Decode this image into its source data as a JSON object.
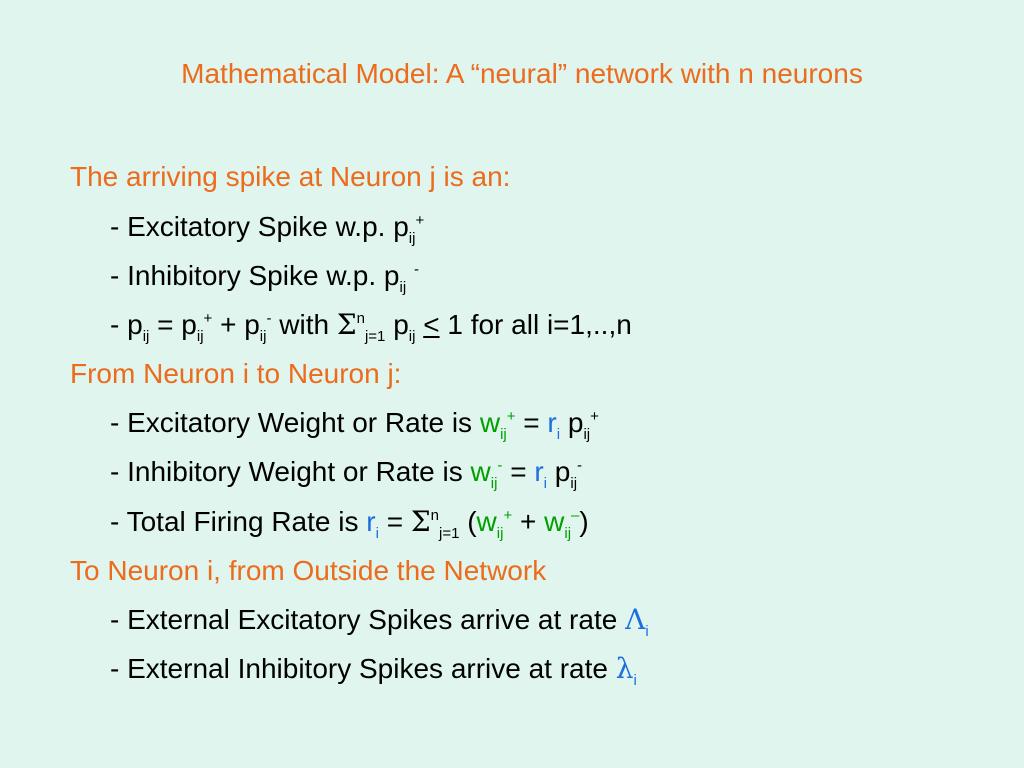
{
  "title": "Mathematical Model: A “neural” network with n neurons",
  "sections": [
    {
      "heading": "The arriving spike at Neuron j is an:"
    },
    {
      "heading": "From Neuron i to Neuron j:"
    },
    {
      "heading": "To Neuron i, from Outside the Network"
    }
  ],
  "lines": {
    "exc_spike": "- Excitatory Spike w.p. p",
    "inh_spike": "- Inhibitory Spike w.p. p",
    "p_def": "- p",
    "exc_weight": "- Excitatory Weight or Rate is ",
    "inh_weight": "- Inhibitory Weight or Rate is ",
    "total_rate": "- Total Firing Rate is ",
    "ext_exc": "- External Excitatory Spikes arrive at rate ",
    "ext_inh": "- External Inhibitory Spikes arrive at rate "
  },
  "math": {
    "ij": "ij",
    "i": "i",
    "plus": "+",
    "minus": "-",
    "minus_long": "–",
    "p": "p",
    "w": "w",
    "r": "r",
    "eq": " = ",
    "plus_op": " + ",
    "with": "  with  ",
    "sigma": "Σ",
    "n": "n",
    "j1": "j=1",
    "leq": "<",
    "for_all": " 1 for all i=1,..,n",
    "lparen": " (",
    "rparen": ")",
    "Lambda": "Λ",
    "lambda": "λ"
  },
  "colors": {
    "background": "#dff5ee",
    "heading": "#ec6b1c",
    "weight": "#00a000",
    "rate": "#1e6ee0"
  }
}
